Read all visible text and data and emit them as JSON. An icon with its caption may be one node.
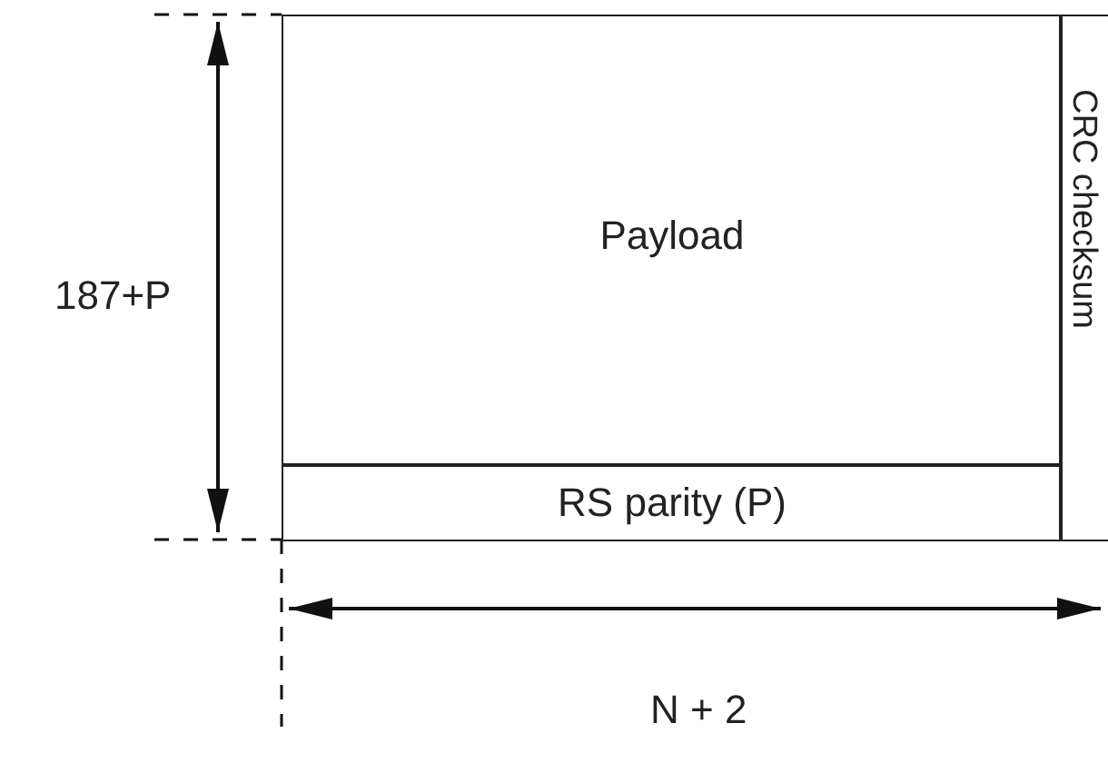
{
  "diagram": {
    "nodes": [
      {
        "text": [
          "Payload"
        ]
      },
      {
        "text": [
          "RS parity (P)"
        ]
      },
      {
        "text": [
          "CRC checksum"
        ]
      }
    ],
    "labels": [
      "187+P",
      "N + 2"
    ]
  }
}
